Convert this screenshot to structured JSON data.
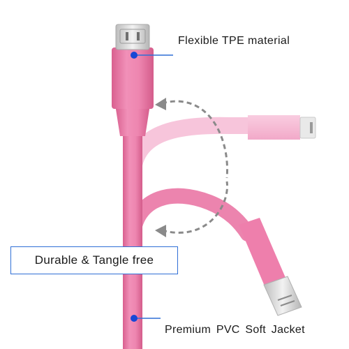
{
  "product": {
    "colors": {
      "cable": "#ec7aa6",
      "cable_dark": "#d85f8f",
      "cable_light": "#f7b9d4",
      "connector_metal": "#d9d9d9",
      "callout_line": "#2f6fd6",
      "callout_dot": "#1747d6",
      "arrow": "#8a8a8a"
    }
  },
  "callouts": {
    "top": {
      "label": "Flexible TPE material"
    },
    "middle": {
      "label": "Durable & Tangle free"
    },
    "bottom": {
      "label": "Premium  PVC Soft Jacket"
    }
  },
  "icons": {
    "bend_arrow_top": "curved-arrow-icon",
    "bend_arrow_bottom": "curved-arrow-icon"
  }
}
